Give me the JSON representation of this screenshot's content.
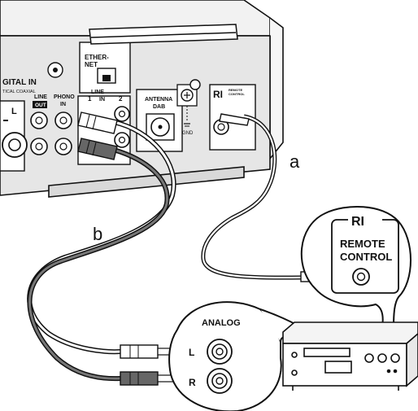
{
  "callouts": {
    "cable_a": "a",
    "cable_b": "b"
  },
  "unit_panel": {
    "digital_in": "GITAL IN",
    "digital_in_sub": "TICAL  COAXIAL",
    "ethernet_line1": "ETHER-",
    "ethernet_line2": "NET",
    "line_out_top": "LINE",
    "line_out_badge": "OUT",
    "phono_top": "PHONO",
    "phono_bottom": "IN",
    "line_in_top": "LINE",
    "line_in_bottom": "IN",
    "line_in_1": "1",
    "line_in_2": "2",
    "antenna_line1": "ANTENNA",
    "antenna_line2": "DAB",
    "gnd": "GND",
    "ri_logo": "RI",
    "ri_remote_line1": "REMOTE",
    "ri_remote_line2": "CONTROL",
    "left_channel": "L"
  },
  "remote_callout": {
    "logo": "RI",
    "line1": "REMOTE",
    "line2": "CONTROL"
  },
  "analog_callout": {
    "title": "ANALOG",
    "left": "L",
    "right": "R"
  },
  "colors": {
    "line": "#111111",
    "panel_grey": "#e6e6e6",
    "cable_dark": "#555555",
    "bg": "#ffffff"
  }
}
